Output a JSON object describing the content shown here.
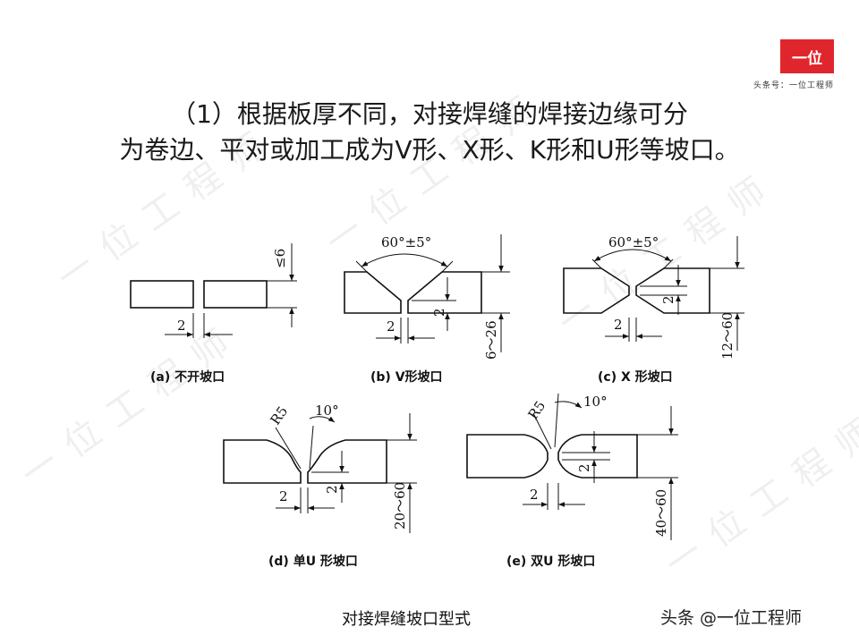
{
  "header": {
    "line1": "（1）根据板厚不同，对接焊缝的焊接边缘可分",
    "line2": "为卷边、平对或加工成为V形、X形、K形和U形等坡口。"
  },
  "logo": {
    "mark": "一位",
    "subtitle": "头条号：一位工程师"
  },
  "watermark": "一位工程师",
  "figures": {
    "a": {
      "caption": "(a) 不开坡口",
      "gap": "2",
      "thickness": "≤6"
    },
    "b": {
      "caption": "(b) V形坡口",
      "angle": "60°±5°",
      "gap": "2",
      "root": "2",
      "thickness": "6～26"
    },
    "c": {
      "caption": "(c) X 形坡口",
      "angle": "60°±5°",
      "gap": "2",
      "root": "2",
      "thickness": "12～60"
    },
    "d": {
      "caption": "(d) 单U 形坡口",
      "radius": "R5",
      "angle": "10°",
      "gap": "2",
      "root": "2",
      "thickness": "20～60"
    },
    "e": {
      "caption": "(e) 双U 形坡口",
      "radius": "R5",
      "angle": "10°",
      "gap": "2",
      "root": "2",
      "thickness": "40～60"
    }
  },
  "footer": {
    "caption": "对接焊缝坡口型式",
    "source": "头条 @一位工程师"
  },
  "colors": {
    "logo_bg": "#e0262d",
    "ink": "#111111"
  }
}
